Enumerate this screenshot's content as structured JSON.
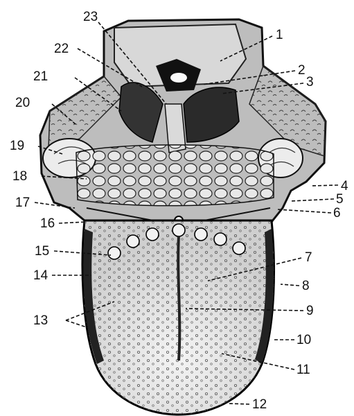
{
  "figure": {
    "labels": [
      "1",
      "2",
      "3",
      "4",
      "5",
      "6",
      "7",
      "8",
      "9",
      "10",
      "11",
      "12",
      "13",
      "14",
      "15",
      "16",
      "17",
      "18",
      "19",
      "20",
      "21",
      "22",
      "23"
    ]
  }
}
